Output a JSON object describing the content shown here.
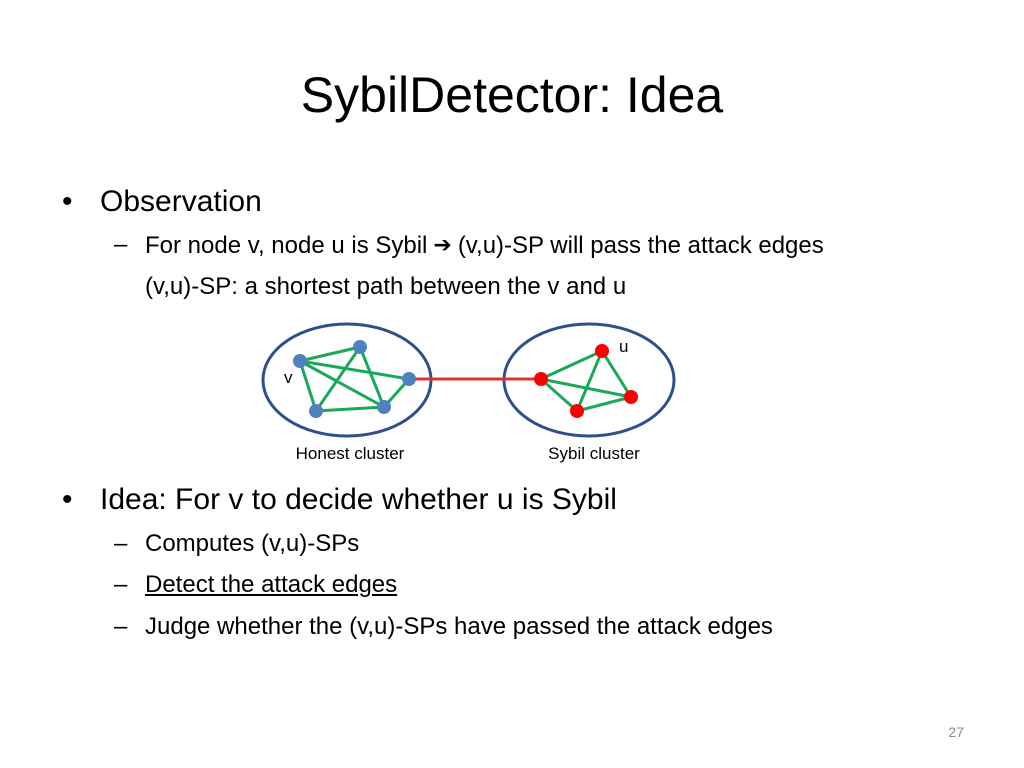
{
  "slide": {
    "title": "SybilDetector: Idea",
    "page_number": "27"
  },
  "observation": {
    "bullet_marker": "•",
    "dash_marker": "–",
    "heading": "Observation",
    "sub_line_1_before_arrow": "For node v, node u is Sybil",
    "sub_line_1_after_arrow": "(v,u)-SP will pass the attack edges",
    "sub_line_2": "(v,u)-SP: a shortest path between the v and u"
  },
  "diagram": {
    "colors": {
      "cluster_outline": "#2f4f8a",
      "honest_node": "#4f81bd",
      "sybil_node": "#ff0000",
      "intra_edge": "#1aa859",
      "attack_edge": "#e03030"
    },
    "honest_cluster_label": "Honest cluster",
    "sybil_cluster_label": "Sybil cluster",
    "node_v_label": "v",
    "node_u_label": "u"
  },
  "idea": {
    "heading": "Idea: For v to decide whether u is Sybil",
    "items": [
      "Computes (v,u)-SPs",
      "Detect the attack edges",
      "Judge whether the (v,u)-SPs have passed the attack edges"
    ]
  }
}
